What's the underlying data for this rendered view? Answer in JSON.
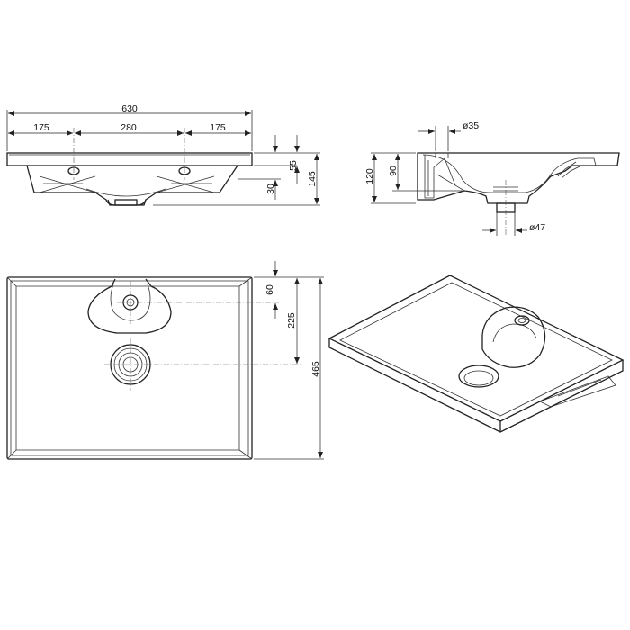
{
  "front_view": {
    "width": "630",
    "left_offset": "175",
    "spacing": "280",
    "right_offset": "175",
    "height_55": "55",
    "height_30": "30",
    "height_145": "145"
  },
  "side_view": {
    "diameter_top": "ø35",
    "diameter_bottom": "ø47",
    "height_120": "120",
    "height_90": "90"
  },
  "top_view": {
    "tap_offset": "60",
    "drain_offset": "225",
    "depth": "465"
  }
}
